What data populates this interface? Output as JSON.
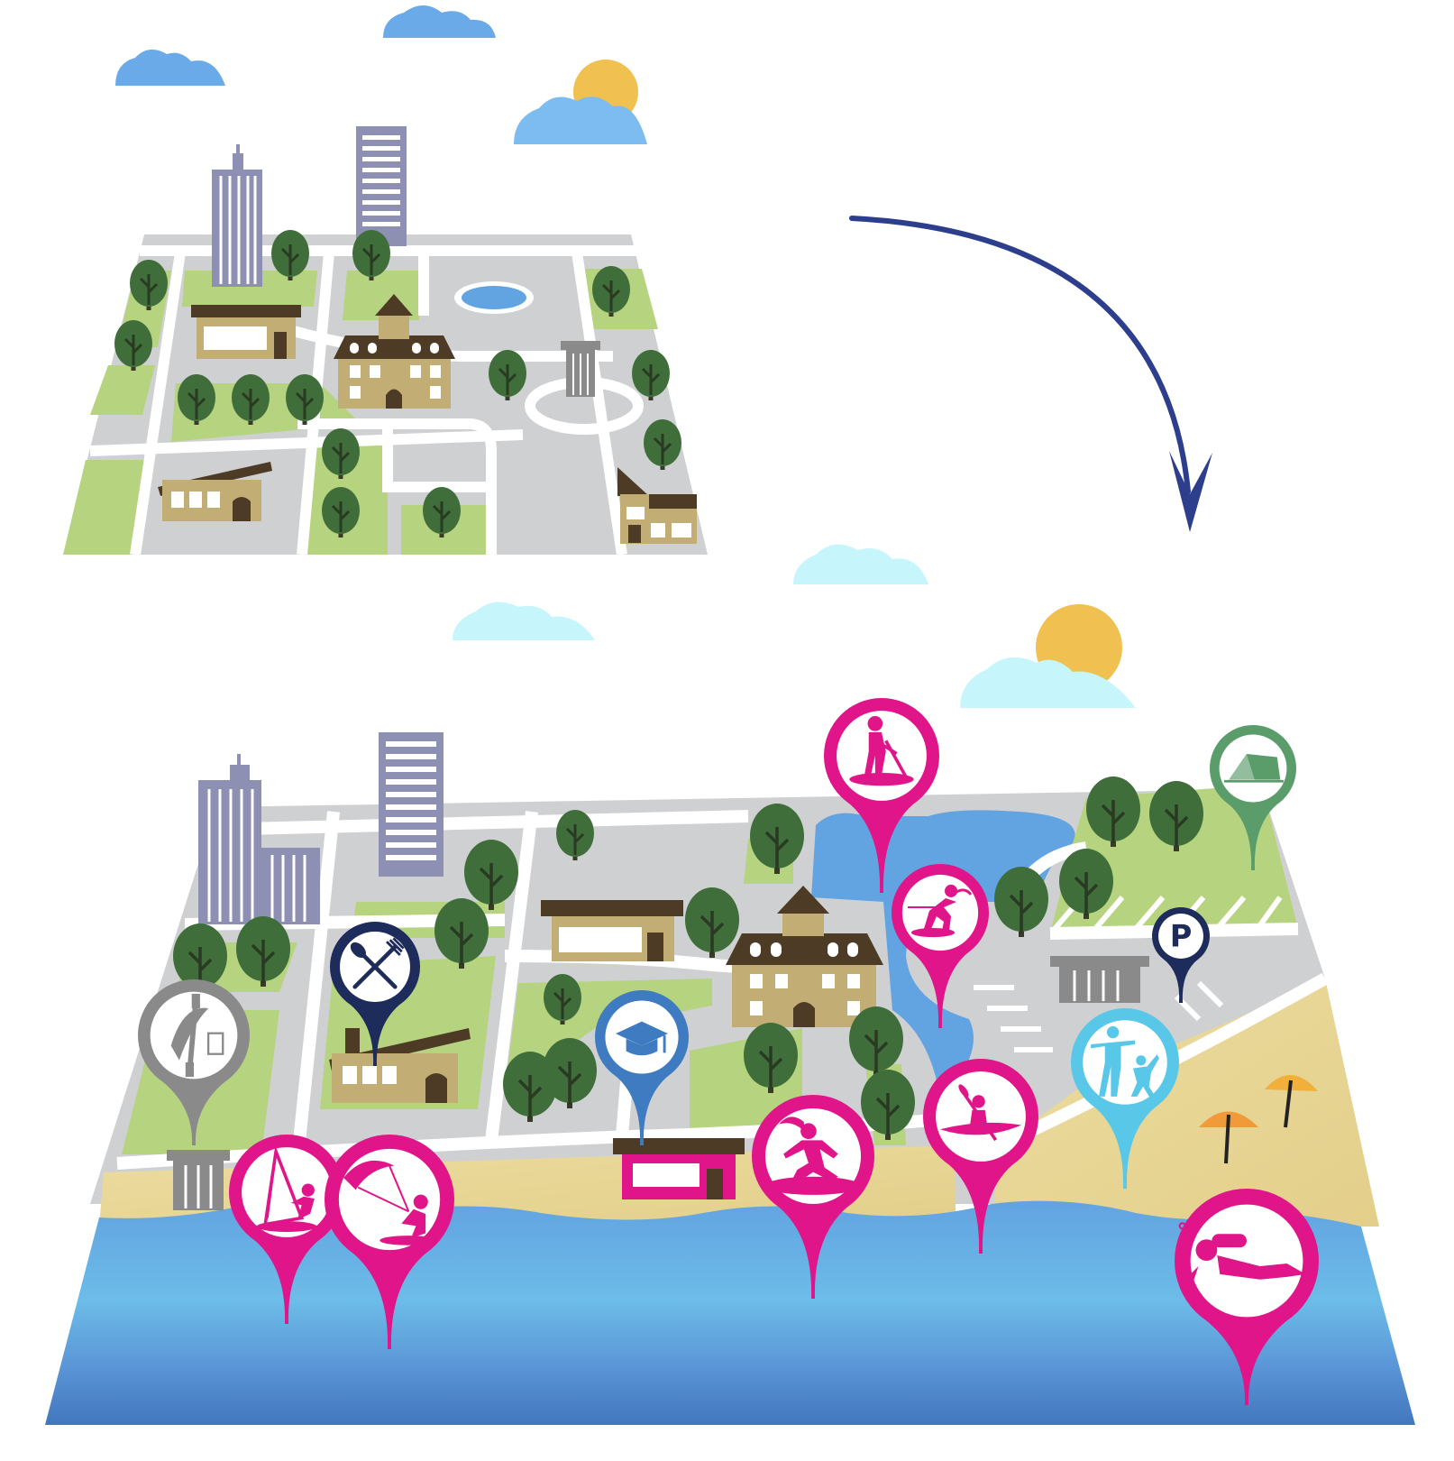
{
  "colors": {
    "sky_cloud_blue": "#6aaae8",
    "sky_cloud_light": "#c6f6fb",
    "sun": "#f0c050",
    "road": "#cfd0d2",
    "grass": "#b6d37f",
    "tree": "#3f6e3a",
    "trunk": "#3a3a2a",
    "building_purple": "#8d8fb3",
    "house_tan": "#c2ae74",
    "roof_dark": "#4e3b25",
    "water": "#62a3e1",
    "water_deep": "#4277bd",
    "sand": "#e8d592",
    "arrow": "#2c3e8c",
    "pin_pink": "#e0158a",
    "pin_navy": "#1e2c5c",
    "pin_gray": "#8a8a8a",
    "pin_blue": "#3e7bc0",
    "pin_cyan": "#59c7e8",
    "pin_green": "#5a9c6a"
  },
  "arrow": {
    "icon": "curved-arrow-down-icon"
  },
  "pins": [
    {
      "id": "paddleboard",
      "icon": "paddleboard-icon",
      "color": "pin_pink"
    },
    {
      "id": "camping",
      "icon": "tent-icon",
      "color": "pin_green"
    },
    {
      "id": "wakeboard",
      "icon": "wakeboard-icon",
      "color": "pin_pink"
    },
    {
      "id": "parking",
      "icon": "parking-icon",
      "color": "pin_navy",
      "label": "P"
    },
    {
      "id": "restaurant",
      "icon": "fork-knife-icon",
      "color": "pin_navy"
    },
    {
      "id": "kayak-rental",
      "icon": "kayak-paddle-icon",
      "color": "pin_gray"
    },
    {
      "id": "school",
      "icon": "graduation-cap-icon",
      "color": "pin_blue"
    },
    {
      "id": "aquagym",
      "icon": "aqua-fitness-icon",
      "color": "pin_cyan"
    },
    {
      "id": "kayak",
      "icon": "kayak-icon",
      "color": "pin_pink"
    },
    {
      "id": "windsurf",
      "icon": "windsurf-icon",
      "color": "pin_pink"
    },
    {
      "id": "kitesurf",
      "icon": "kitesurf-icon",
      "color": "pin_pink"
    },
    {
      "id": "surf",
      "icon": "surf-icon",
      "color": "pin_pink"
    },
    {
      "id": "diving",
      "icon": "diving-icon",
      "color": "pin_pink"
    }
  ]
}
